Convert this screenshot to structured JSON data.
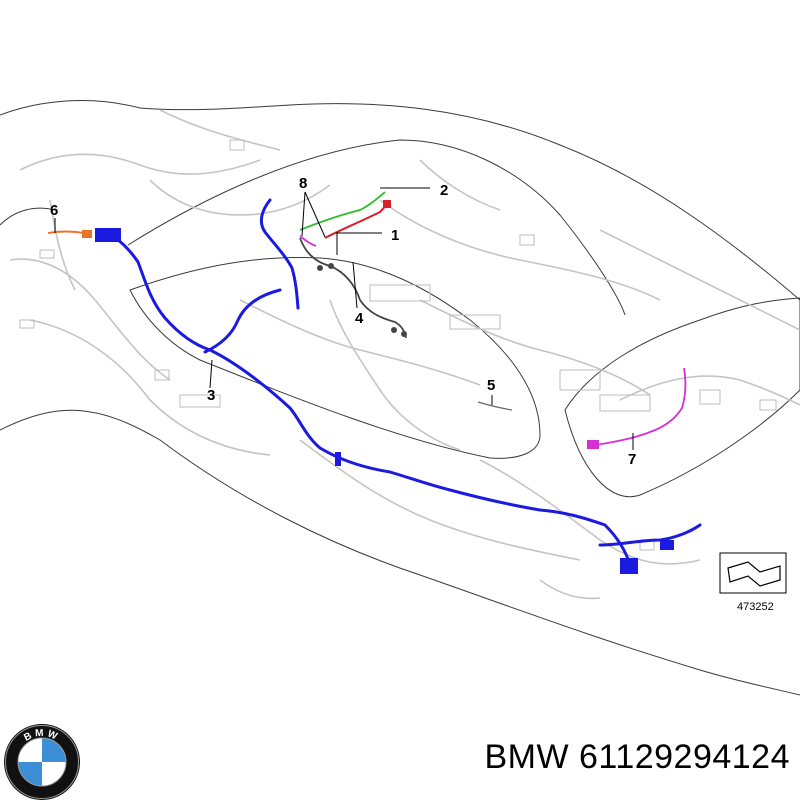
{
  "callouts": [
    "1",
    "2",
    "3",
    "4",
    "5",
    "6",
    "7",
    "8"
  ],
  "reference_number": "473252",
  "caption": "BMW 61129294124",
  "logo": {
    "letters": "BMW",
    "colors": {
      "blue": "#3c8fd6",
      "ring": "#111111",
      "white": "#ffffff"
    }
  },
  "colors": {
    "outline": "#3a3a3a",
    "harness_faint": "#c4c4c4",
    "main_harness": "#1a1ae0",
    "harness_green": "#2bbf2b",
    "harness_red": "#d8202a",
    "harness_magenta": "#d62fd6",
    "harness_orange": "#e8742a",
    "harness_dark": "#444444"
  }
}
